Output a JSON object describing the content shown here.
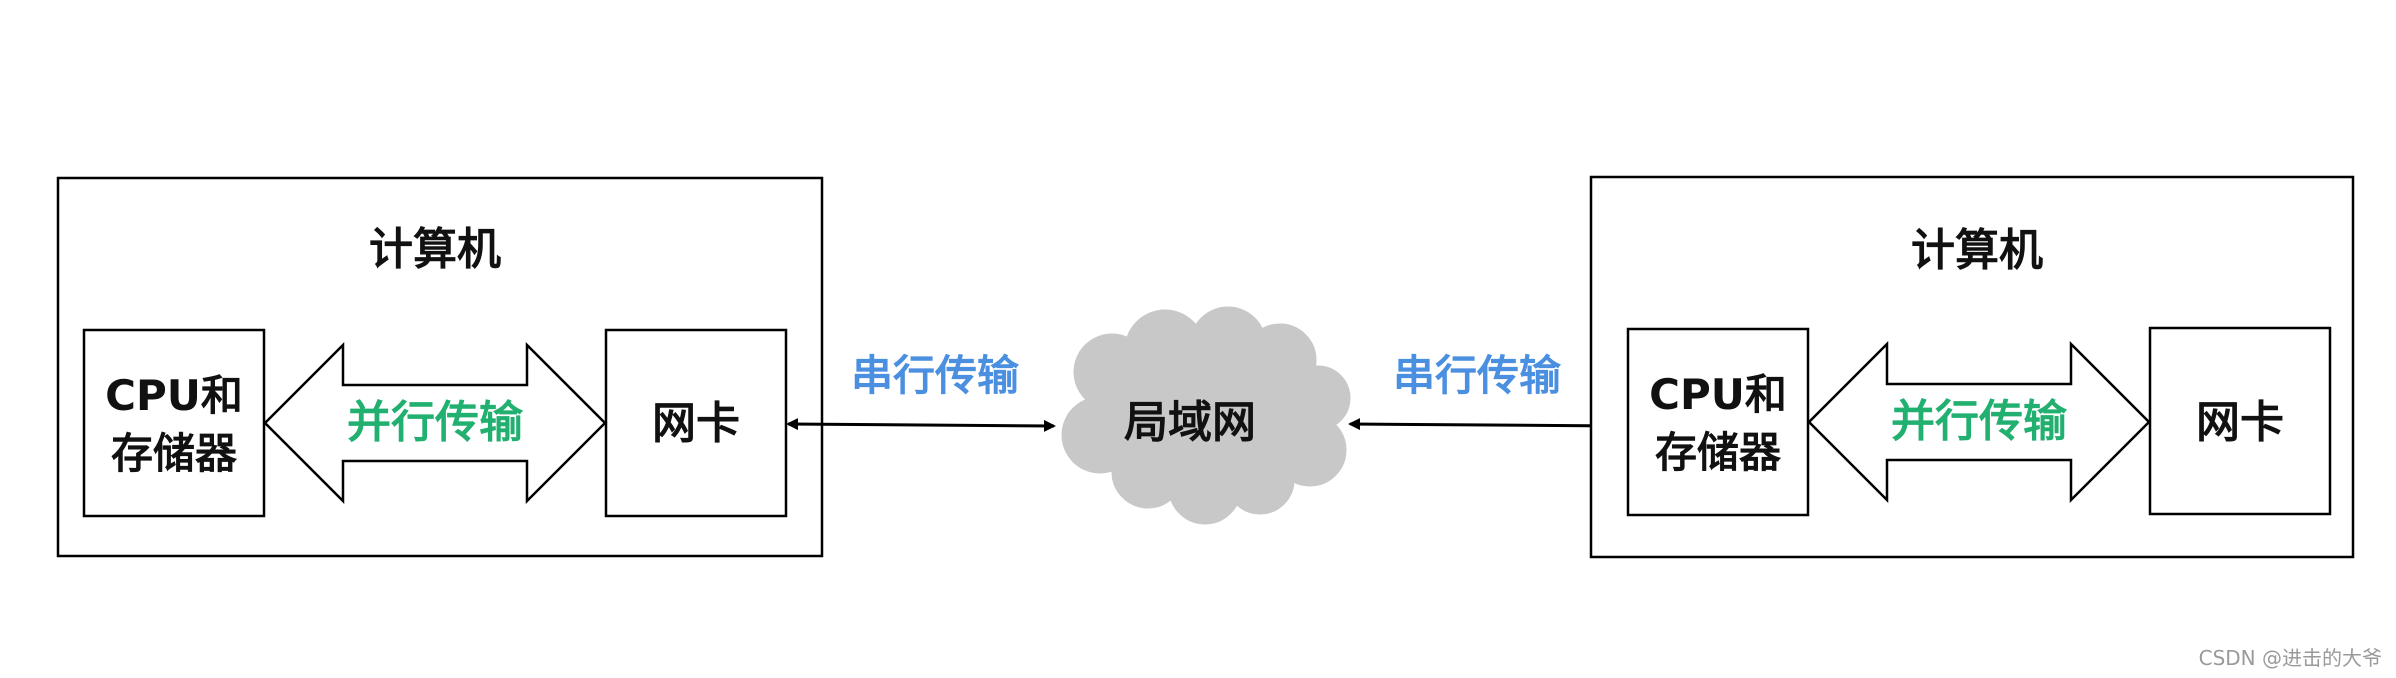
{
  "left_computer": {
    "title": "计算机",
    "cpu_line1": "CPU和",
    "cpu_line2": "存储器",
    "parallel_label": "并行传输",
    "nic_label": "网卡"
  },
  "right_computer": {
    "title": "计算机",
    "cpu_line1": "CPU和",
    "cpu_line2": "存储器",
    "parallel_label": "并行传输",
    "nic_label": "网卡"
  },
  "serial_left_label": "串行传输",
  "serial_right_label": "串行传输",
  "lan_label": "局域网",
  "watermark": "CSDN @进击的大爷",
  "colors": {
    "serial_text": "#4A8FE0",
    "parallel_text": "#22B070",
    "cloud_fill": "#C8C8C8"
  }
}
